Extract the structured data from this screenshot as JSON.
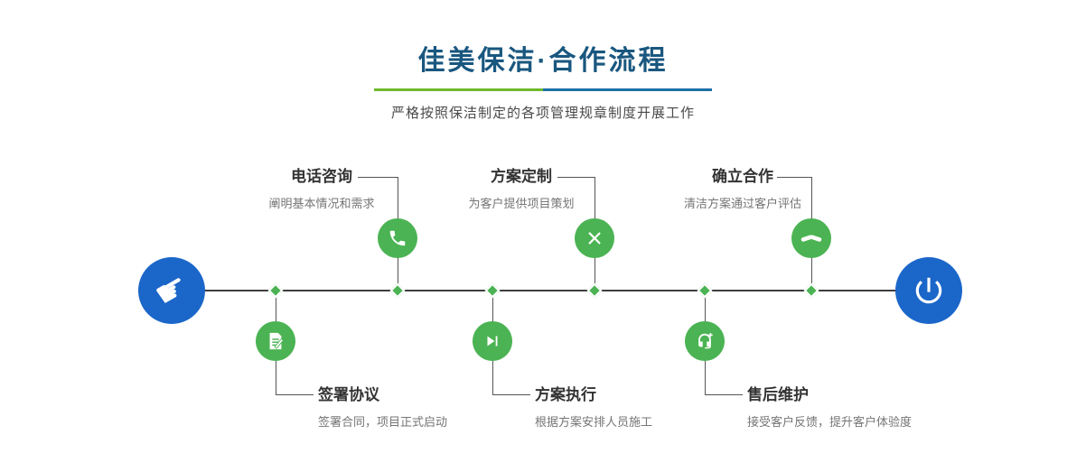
{
  "header": {
    "title": "佳美保洁·合作流程",
    "subtitle": "严格按照保洁制定的各项管理规章制度开展工作"
  },
  "colors": {
    "title_blue": "#19577f",
    "underline_green": "#6fb92c",
    "underline_blue": "#1d6fa5",
    "node_green": "#4bb353",
    "endpoint_blue": "#1b66c9",
    "line_dark": "#3f3f3f"
  },
  "endpoints": {
    "start_icon": "pointing-hand-icon",
    "start_glyph": "☛",
    "end_icon": "power-icon"
  },
  "steps_top": [
    {
      "title": "电话咨询",
      "desc": "阐明基本情况和需求",
      "icon": "phone-icon"
    },
    {
      "title": "方案定制",
      "desc": "为客户提供项目策划",
      "icon": "design-tools-icon"
    },
    {
      "title": "确立合作",
      "desc": "清洁方案通过客户评估",
      "icon": "handshake-icon"
    }
  ],
  "steps_bottom": [
    {
      "title": "签署协议",
      "desc": "签署合同，项目正式启动",
      "icon": "contract-icon"
    },
    {
      "title": "方案执行",
      "desc": "根据方案安排人员施工",
      "icon": "play-next-icon"
    },
    {
      "title": "售后维护",
      "desc": "接受客户反馈，提升客户体验度",
      "icon": "customer-service-icon"
    }
  ]
}
